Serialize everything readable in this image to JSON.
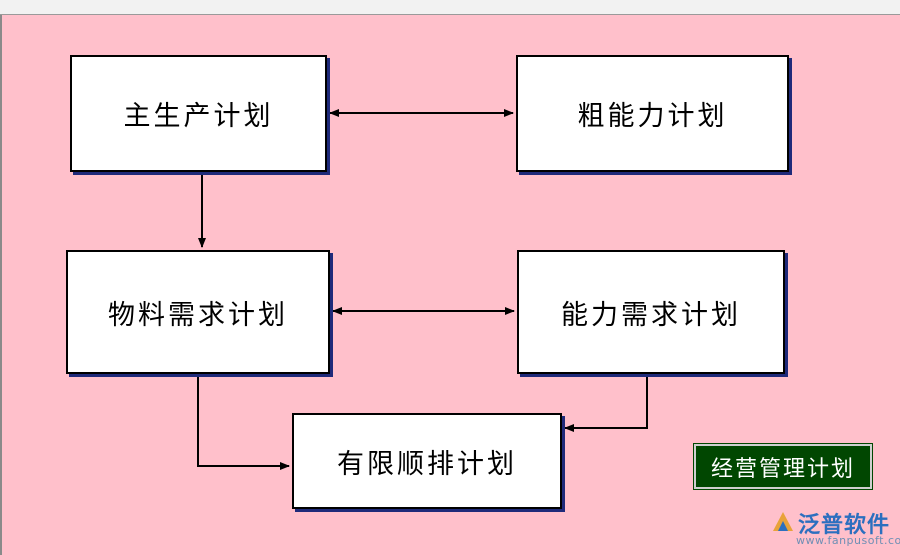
{
  "diagram": {
    "nodes": {
      "master": "主生产计划",
      "rough": "粗能力计划",
      "mrp": "物料需求计划",
      "crp": "能力需求计划",
      "finite": "有限顺排计划"
    },
    "tag": "经营管理计划"
  },
  "watermark": {
    "brand": "泛普软件",
    "site": "www.fanpusoft.com"
  },
  "colors": {
    "background": "#ffc0cb",
    "box_fill": "#ffffff",
    "box_shadow": "#1f2a7a",
    "tag_fill": "#014701",
    "watermark": "#2c6fbf"
  }
}
